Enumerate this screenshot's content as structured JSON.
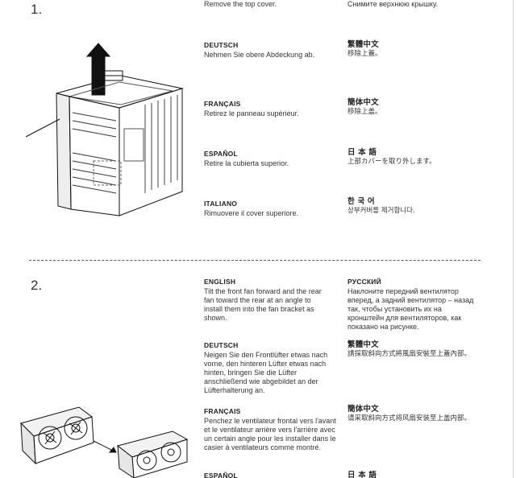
{
  "step1": {
    "number": "1.",
    "english_text": "Remove the top cover.",
    "russian_text": "Снимите верхнюю крышку.",
    "sections_left": [
      {
        "heading": "DEUTSCH",
        "text": "Nehmen Sie obere Abdeckung ab."
      },
      {
        "heading": "FRANÇAIS",
        "text": "Retirez le panneau supérieur."
      },
      {
        "heading": "ESPAÑOL",
        "text": "Retire la cubierta superior."
      },
      {
        "heading": "ITALIANO",
        "text": "Rimuovere il cover superiore."
      }
    ],
    "sections_right": [
      {
        "heading": "繁體中文",
        "text": "移除上蓋。"
      },
      {
        "heading": "簡体中文",
        "text": "移除上盖。"
      },
      {
        "heading": "日 本 語",
        "text": "上部カバーを取り外します。"
      },
      {
        "heading": "한 국 어",
        "text": "상부커버를 제거합니다."
      }
    ]
  },
  "step2": {
    "number": "2.",
    "sections_left": [
      {
        "heading": "ENGLISH",
        "text": "Tilt the front fan forward and the rear fan toward the rear at an angle to install them into the fan bracket as shown."
      },
      {
        "heading": "DEUTSCH",
        "text": "Neigen Sie den Frontlüfter etwas nach vorne, den hinteren Lüfter etwas nach hinten, bringen Sie die Lüfter anschließend wie abgebildet an der Lüfterhalterung an."
      },
      {
        "heading": "FRANÇAIS",
        "text": "Penchez le ventilateur frontal vers l'avant et le ventilateur arrière vers l'arrière avec un certain angle pour les installer dans le casier à ventilateurs comme montré."
      },
      {
        "heading": "ESPAÑOL",
        "text": ""
      }
    ],
    "sections_right": [
      {
        "heading": "РУССКИЙ",
        "text": "Наклоните передний вентилятор вперед, а задний вентилятор – назад так, чтобы установить их на кронштейн для вентиляторов, как показано на рисунке."
      },
      {
        "heading": "繁體中文",
        "text": "請採取斜向方式將風扇安裝至上蓋內部。"
      },
      {
        "heading": "簡体中文",
        "text": "请采取斜向方式将风扇安装至上盖内部。"
      },
      {
        "heading": "日 本 語",
        "text": ""
      }
    ]
  }
}
